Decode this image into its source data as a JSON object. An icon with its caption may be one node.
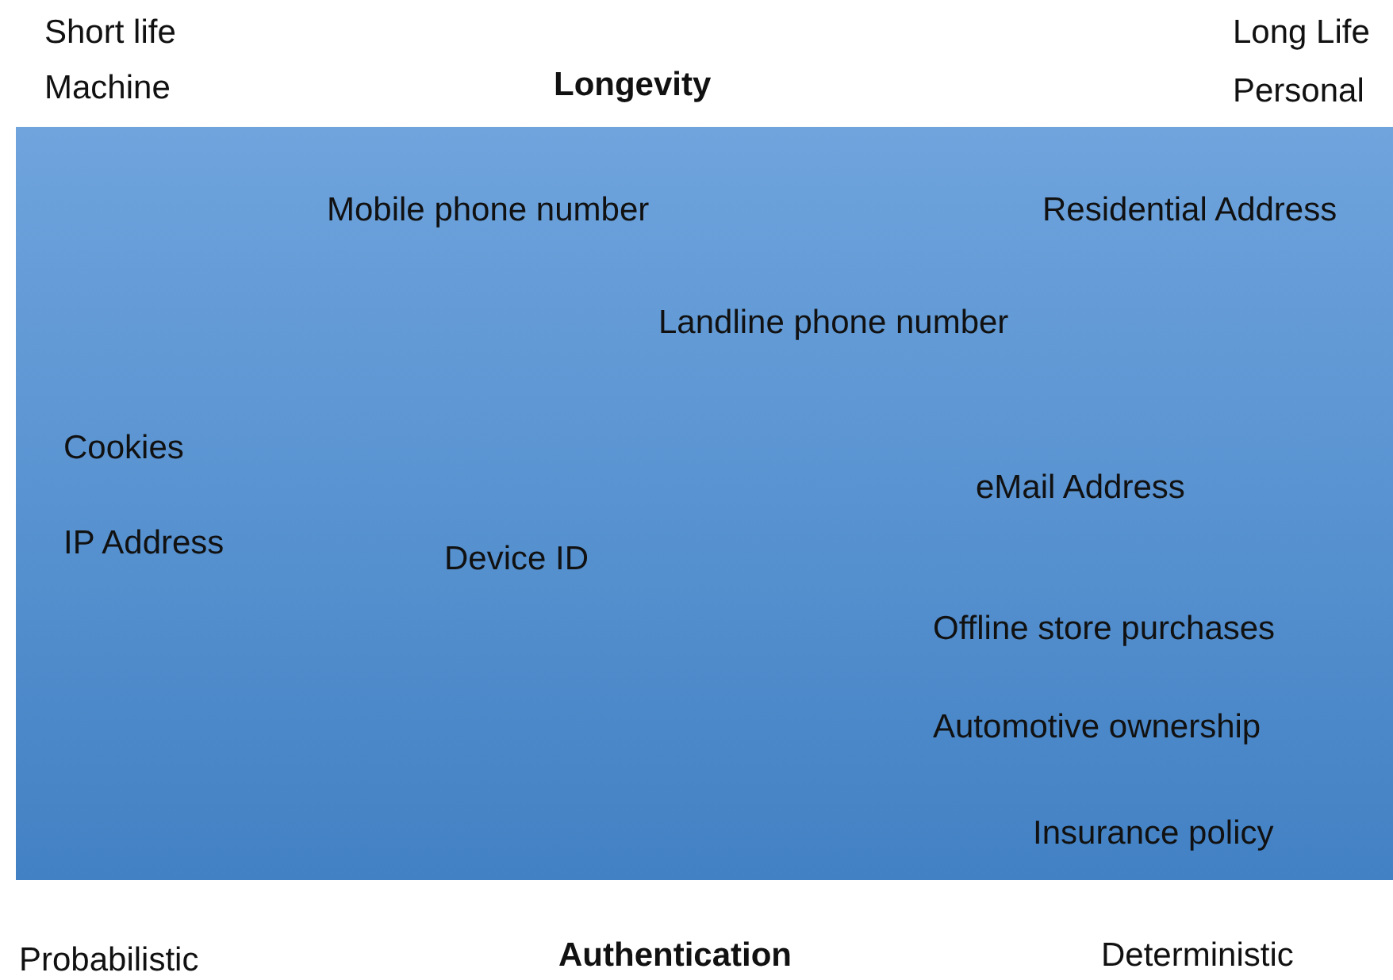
{
  "diagram": {
    "nodes": [
      {
        "text": [
          "Mobile phone number",
          "Residential Address",
          "Landline phone number",
          "Cookies",
          "eMail Address",
          "IP Address",
          "Device ID",
          "Offline store purchases",
          "Automotive ownership",
          "Insurance policy"
        ]
      }
    ],
    "labels": [
      "Short life",
      "Machine",
      "Longevity",
      "Long Life",
      "Personal",
      "Probabilistic",
      "Authentication",
      "Deterministic"
    ]
  }
}
